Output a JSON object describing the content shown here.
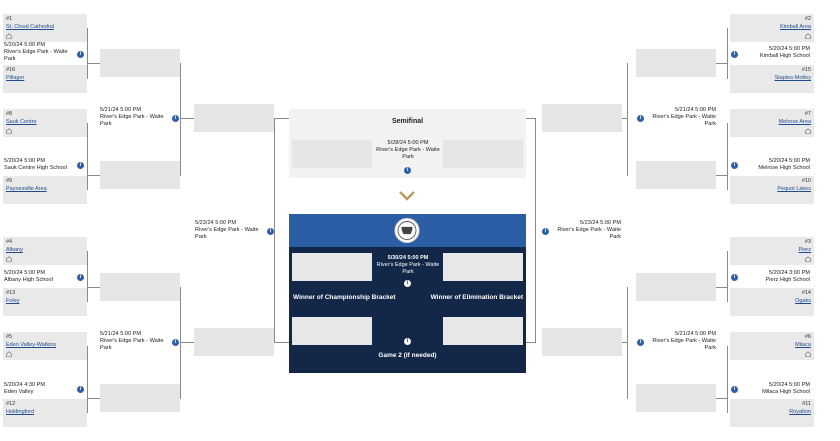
{
  "teams": {
    "t1": {
      "seed": "#1",
      "name": "St. Cloud Cathedral"
    },
    "t16": {
      "seed": "#16",
      "name": "Pillager"
    },
    "t8": {
      "seed": "#8",
      "name": "Sauk Centre"
    },
    "t9": {
      "seed": "#9",
      "name": "Paynesville Area"
    },
    "t4": {
      "seed": "#4",
      "name": "Albany"
    },
    "t13": {
      "seed": "#13",
      "name": "Foley"
    },
    "t5": {
      "seed": "#5",
      "name": "Eden Valley-Watkins"
    },
    "t12": {
      "seed": "#12",
      "name": "Holdingford"
    },
    "t2": {
      "seed": "#2",
      "name": "Kimball Area"
    },
    "t15": {
      "seed": "#15",
      "name": "Staples-Motley"
    },
    "t7": {
      "seed": "#7",
      "name": "Melrose Area"
    },
    "t10": {
      "seed": "#10",
      "name": "Pequot Lakes"
    },
    "t3": {
      "seed": "#3",
      "name": "Pierz"
    },
    "t14": {
      "seed": "#14",
      "name": "Ogaks"
    },
    "t6": {
      "seed": "#6",
      "name": "Milaca"
    },
    "t11": {
      "seed": "#11",
      "name": "Royalton"
    }
  },
  "games": {
    "g1": {
      "datetime": "5/20/24 5:00 PM",
      "location": "River's Edge Park - Waite Park"
    },
    "g2": {
      "datetime": "5/20/24 5:00 PM",
      "location": "Sauk Centre High School"
    },
    "g3": {
      "datetime": "5/20/24 5:00 PM",
      "location": "Albany High School"
    },
    "g4": {
      "datetime": "5/20/24 4:30 PM",
      "location": "Eden Valley"
    },
    "g5": {
      "datetime": "5/20/24 5:00 PM",
      "location": "Kimball High School"
    },
    "g6": {
      "datetime": "5/20/24 5:00 PM",
      "location": "Melrose High School"
    },
    "g7": {
      "datetime": "5/20/24 3:00 PM",
      "location": "Pierz High School"
    },
    "g8": {
      "datetime": "5/20/24 5:00 PM",
      "location": "Milaca High School"
    },
    "q1": {
      "datetime": "5/21/24 5:00 PM",
      "location": "River's Edge Park - Waite Park"
    },
    "q2": {
      "datetime": "5/21/24 5:00 PM",
      "location": "River's Edge Park - Waite Park"
    },
    "q3": {
      "datetime": "5/21/24 5:00 PM",
      "location": "River's Edge Park - Waite Park"
    },
    "q4": {
      "datetime": "5/21/24 5:00 PM",
      "location": "River's Edge Park - Waite Park"
    },
    "s1": {
      "datetime": "5/23/24 5:00 PM",
      "location": "River's Edge Park - Waite Park"
    },
    "s2": {
      "datetime": "5/23/24 5:00 PM",
      "location": "River's Edge Park - Waite Park"
    }
  },
  "semifinal": {
    "title": "Semifinal",
    "datetime": "5/28/24 5:00 PM",
    "location": "River's Edge Park - Waite Park"
  },
  "final": {
    "datetime": "5/30/24 5:00 PM",
    "location": "River's Edge Park - Waite Park",
    "left_label": "Winner of Championship Bracket",
    "right_label": "Winner of Elimination Bracket",
    "game2_label": "Game 2 (if needed)"
  },
  "icons": {
    "info": "info-icon",
    "home": "home-icon",
    "chevron": "chevron-down-icon",
    "logo": "mshsl-logo"
  },
  "colors": {
    "final_bg": "#132749",
    "final_header": "#2b5ea5",
    "link": "#1f4b8f",
    "chevron": "#b89a5a"
  }
}
